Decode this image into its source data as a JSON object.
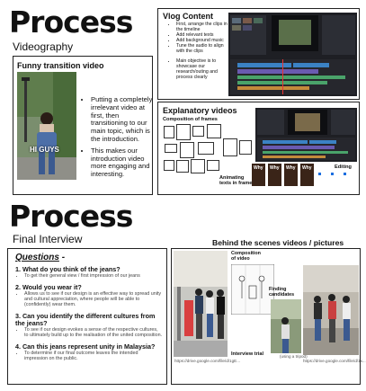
{
  "top": {
    "title": "Process",
    "subtitle": "Videography",
    "funny": {
      "title": "Funny transition video",
      "photo_caption": "HI GUYS",
      "bullets": [
        "Putting a completely irrelevant video at first, then transitioning to our main topic, which is the introduction.",
        "This makes our introduction video more engaging and interesting."
      ]
    },
    "vlog": {
      "title": "Vlog Content",
      "bullets": [
        "First, arrange the clips in the timeline",
        "Add relevant texts",
        "Add background music",
        "Tune the audio to align with the clips",
        "Main objective is to showcase our research/outing and process clearly"
      ]
    },
    "explanatory": {
      "title": "Explanatory videos",
      "composition_label": "Composition of frames",
      "editing_label": "Editing",
      "animating_label": "Animating texts in frames",
      "poster_word": "Why"
    }
  },
  "bottom": {
    "title": "Process",
    "subtitle": "Final Interview",
    "questions_heading": "Questions",
    "questions_dash": "-",
    "questions": [
      {
        "q": "1. What do you think of the jeans?",
        "a": "To get their general view / first impression of our jeans"
      },
      {
        "q": "2. Would you wear it?",
        "a": "Allows us to see if our design is an effective way to spread unity and cultural appreciation, where people will be able to (confidently) wear them."
      },
      {
        "q": "3. Can you identify the different cultures from the jeans?",
        "a": "To see if our design evokes a sense of the respective cultures, to ultimately build up to the realisation of the united composition."
      },
      {
        "q": "4. Can this jeans represent unity in Malaysia?",
        "a": "To determine if our final outcome leaves the intended impression on the public."
      }
    ],
    "bts": {
      "title": "Behind the scenes videos / pictures",
      "composition_label": "Composition of video",
      "finding_label": "Finding candidates",
      "interview_label": "Interview trial",
      "caption_left": "https://drive.google.com/file/d/1gE...",
      "caption_mid": "(using a tripod)",
      "caption_right": "https://drive.google.com/file/d/1x..."
    }
  }
}
